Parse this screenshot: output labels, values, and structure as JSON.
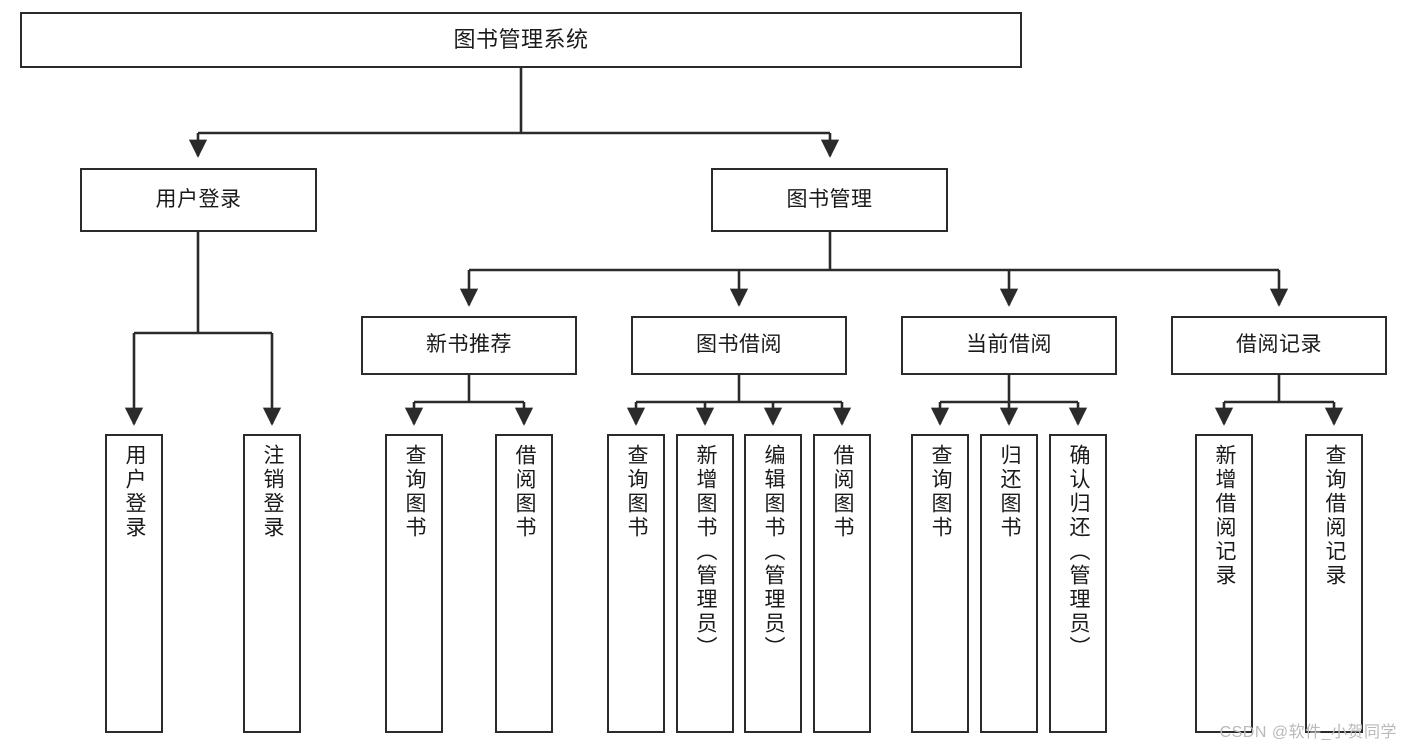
{
  "diagram": {
    "type": "tree-hierarchy",
    "title": "图书管理系统",
    "root": {
      "id": "root",
      "label": "图书管理系统",
      "orientation": "horizontal"
    },
    "level2": [
      {
        "id": "user-login",
        "label": "用户登录",
        "orientation": "horizontal"
      },
      {
        "id": "book-manage",
        "label": "图书管理",
        "orientation": "horizontal"
      }
    ],
    "level3": [
      {
        "id": "new-book-recommend",
        "label": "新书推荐",
        "orientation": "horizontal",
        "parent": "book-manage"
      },
      {
        "id": "book-borrow",
        "label": "图书借阅",
        "orientation": "horizontal",
        "parent": "book-manage"
      },
      {
        "id": "current-borrow",
        "label": "当前借阅",
        "orientation": "horizontal",
        "parent": "book-manage"
      },
      {
        "id": "borrow-record",
        "label": "借阅记录",
        "orientation": "horizontal",
        "parent": "book-manage"
      }
    ],
    "leaves": {
      "user_login": [
        {
          "id": "leaf-user-login",
          "label": "用户登录",
          "orientation": "vertical"
        },
        {
          "id": "leaf-user-logout",
          "label": "注销登录",
          "orientation": "vertical"
        }
      ],
      "new_book_recommend": [
        {
          "id": "leaf-query-book-1",
          "label": "查询图书",
          "orientation": "vertical"
        },
        {
          "id": "leaf-borrow-book-1",
          "label": "借阅图书",
          "orientation": "vertical"
        }
      ],
      "book_borrow": [
        {
          "id": "leaf-query-book-2",
          "label": "查询图书",
          "orientation": "vertical"
        },
        {
          "id": "leaf-add-book",
          "label": "新增图书（管理员）",
          "orientation": "vertical"
        },
        {
          "id": "leaf-edit-book",
          "label": "编辑图书（管理员）",
          "orientation": "vertical"
        },
        {
          "id": "leaf-borrow-book-2",
          "label": "借阅图书",
          "orientation": "vertical"
        }
      ],
      "current_borrow": [
        {
          "id": "leaf-query-book-3",
          "label": "查询图书",
          "orientation": "vertical"
        },
        {
          "id": "leaf-return-book",
          "label": "归还图书",
          "orientation": "vertical"
        },
        {
          "id": "leaf-confirm-return",
          "label": "确认归还（管理员）",
          "orientation": "vertical"
        }
      ],
      "borrow_record": [
        {
          "id": "leaf-add-record",
          "label": "新增借阅记录",
          "orientation": "vertical"
        },
        {
          "id": "leaf-query-record",
          "label": "查询借阅记录",
          "orientation": "vertical"
        }
      ]
    },
    "colors": {
      "border": "#2b2b2b",
      "background": "#ffffff",
      "text": "#1a1a1a",
      "edge": "#2b2b2b",
      "watermark": "#b9b9b9"
    }
  },
  "watermark": {
    "text": "CSDN @软件_小贺同学"
  }
}
